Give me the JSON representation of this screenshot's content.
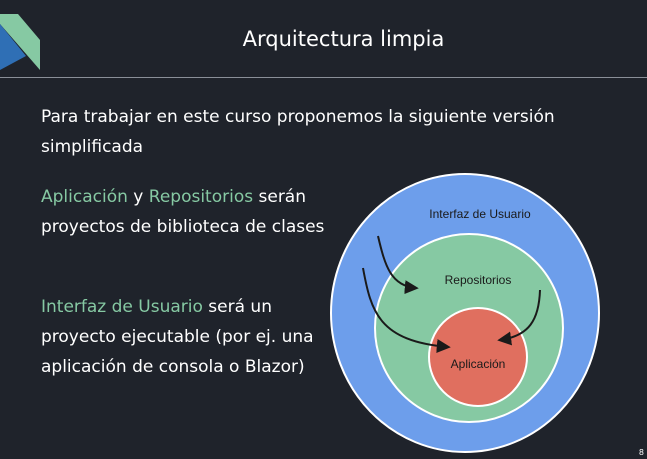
{
  "header": {
    "title": "Arquitectura limpia"
  },
  "content": {
    "intro": "Para trabajar en este curso proponemos la siguiente versión simplificada",
    "para1": {
      "part1": "Aplicación",
      "part2": " y ",
      "part3": "Repositorios",
      "part4": " serán proyectos de biblioteca de clases"
    },
    "para2": {
      "part1": "Interfaz de Usuario",
      "part2": " será un proyecto ejecutable (por ej. una aplicación de consola o Blazor)"
    }
  },
  "diagram": {
    "outer_label": "Interfaz de Usuario",
    "middle_label": "Repositorios",
    "inner_label": "Aplicación",
    "colors": {
      "outer": "#6d9eeb",
      "middle": "#86c9a3",
      "inner": "#e06f5f"
    }
  },
  "footer": {
    "page_number": "8"
  },
  "theme": {
    "background": "#1f232b",
    "accent": "#86c9a3"
  }
}
